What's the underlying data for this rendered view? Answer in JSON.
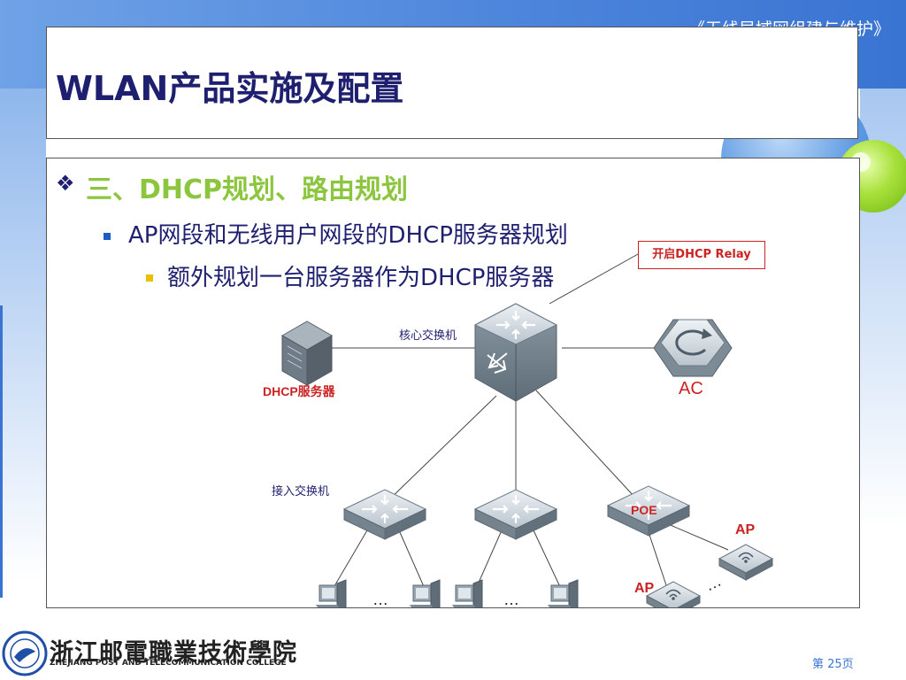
{
  "header": {
    "title": "WLAN产品实施及配置",
    "top_right": "《无线局域网组建与维护》"
  },
  "content": {
    "level1": {
      "bullet": "❖",
      "text": "三、DHCP规划、路由规划"
    },
    "level2": {
      "text": "AP网段和无线用户网段的DHCP服务器规划"
    },
    "level3": {
      "text": "额外规划一台服务器作为DHCP服务器"
    }
  },
  "diagram": {
    "relay_callout": "开启DHCP Relay",
    "core_switch_label": "核心交换机",
    "dhcp_server_label": "DHCP服务器",
    "ac_label": "AC",
    "access_switch_label": "接入交换机",
    "poe_label": "POE",
    "ap_label_1": "AP",
    "ap_label_2": "AP",
    "ellipsis_1": "…",
    "ellipsis_2": "…",
    "ellipsis_3": "…"
  },
  "footer": {
    "college_cn": "浙江邮電職業技術學院",
    "college_en": "ZHEJIANG POST AND TELECOMMUNICATION COLLEGE",
    "page_number": "第 25页"
  },
  "colors": {
    "title": "#1f1f6f",
    "heading_green": "#8cc63f",
    "accent_blue": "#3a74d2",
    "callout_red": "#cc2222"
  }
}
